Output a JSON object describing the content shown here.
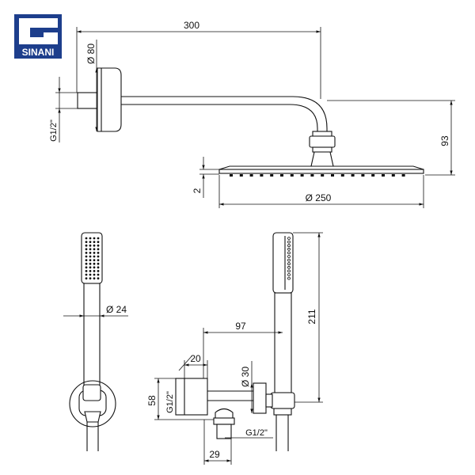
{
  "logo": {
    "text": "SINANI",
    "brand_color": "#1d3e8c"
  },
  "overhead_shower": {
    "arm_length": "300",
    "flange_diameter": "Ø 80",
    "wall_thread": "G1/2\"",
    "drop_height": "93",
    "head_thickness": "2",
    "head_diameter": "Ø 250"
  },
  "hand_shower_front": {
    "handle_diameter": "Ø 24"
  },
  "hand_shower_side": {
    "projection": "97",
    "length": "211",
    "flange_depth": "20",
    "outlet_diameter": "Ø 30",
    "flange_height": "58",
    "wall_thread": "G1/2\"",
    "hose_thread": "G1/2\"",
    "outlet_offset": "29"
  },
  "line_color": "#111111"
}
